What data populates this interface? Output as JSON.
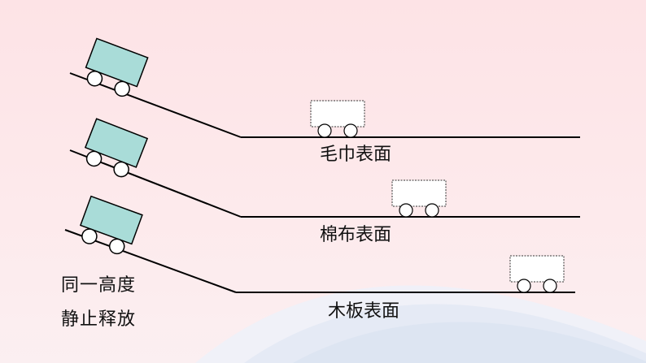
{
  "surfaces": [
    {
      "label": "毛巾表面"
    },
    {
      "label": "棉布表面"
    },
    {
      "label": "木板表面"
    }
  ],
  "conditions": {
    "line1": "同一高度",
    "line2": "静止释放"
  },
  "colors": {
    "cart_fill": "#a9dcd8",
    "line": "#000000",
    "background": "#fde6e9",
    "wave": "#e9eef6"
  }
}
